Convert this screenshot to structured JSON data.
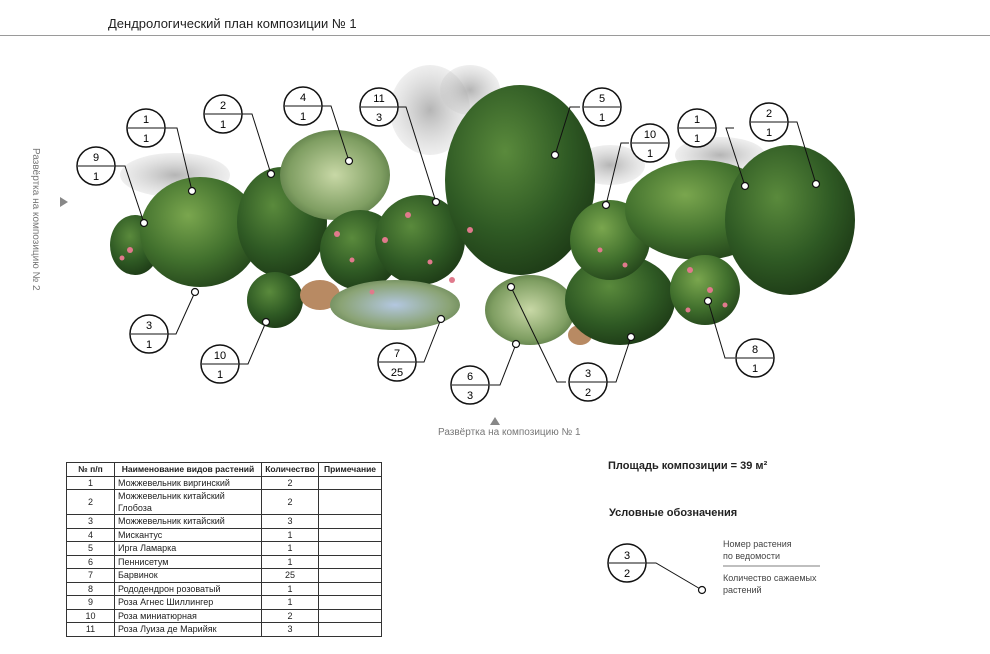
{
  "header": {
    "title": "Дендрологический план композиции № 1"
  },
  "side_label": "Развёртка на композицию № 2",
  "bottom_label": "Развёртка на композицию № 1",
  "area": {
    "text": "Площадь композиции = 39 м²"
  },
  "legend": {
    "title": "Условные обозначения",
    "example_top": "3",
    "example_bottom": "2",
    "top_line1": "Номер растения",
    "top_line2": "по ведомости",
    "bottom_line1": "Количество сажаемых",
    "bottom_line2": "растений"
  },
  "markers": [
    {
      "top": "1",
      "bottom": "1"
    },
    {
      "top": "2",
      "bottom": "1"
    },
    {
      "top": "4",
      "bottom": "1"
    },
    {
      "top": "11",
      "bottom": "3"
    },
    {
      "top": "5",
      "bottom": "1"
    },
    {
      "top": "10",
      "bottom": "1"
    },
    {
      "top": "1",
      "bottom": "1"
    },
    {
      "top": "2",
      "bottom": "1"
    },
    {
      "top": "9",
      "bottom": "1"
    },
    {
      "top": "3",
      "bottom": "1"
    },
    {
      "top": "10",
      "bottom": "1"
    },
    {
      "top": "7",
      "bottom": "25"
    },
    {
      "top": "6",
      "bottom": "3"
    },
    {
      "top": "3",
      "bottom": "2"
    },
    {
      "top": "8",
      "bottom": "1"
    }
  ],
  "table": {
    "headers": [
      "№ п/п",
      "Наименование видов растений",
      "Количество",
      "Примечание"
    ],
    "rows": [
      [
        "1",
        "Можжевельник виргинский",
        "2",
        ""
      ],
      [
        "2",
        "Можжевельник китайский Глобоза",
        "2",
        ""
      ],
      [
        "3",
        "Можжевельник китайский",
        "3",
        ""
      ],
      [
        "4",
        "Мискантус",
        "1",
        ""
      ],
      [
        "5",
        "Ирга Ламарка",
        "1",
        ""
      ],
      [
        "6",
        "Пеннисетум",
        "1",
        ""
      ],
      [
        "7",
        "Барвинок",
        "25",
        ""
      ],
      [
        "8",
        "Рододендрон розоватый",
        "1",
        ""
      ],
      [
        "9",
        "Роза Агнес Шиллингер",
        "1",
        ""
      ],
      [
        "10",
        "Роза миниатюрная",
        "2",
        ""
      ],
      [
        "11",
        "Роза Луиза де Марийяк",
        "3",
        ""
      ]
    ]
  }
}
